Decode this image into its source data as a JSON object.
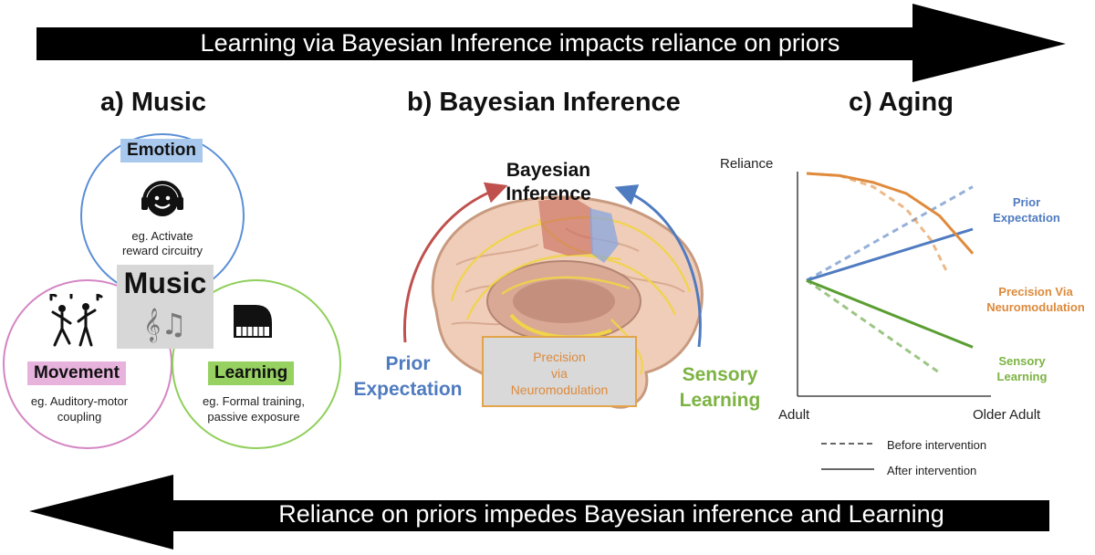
{
  "top_banner": {
    "text": "Learning via Bayesian Inference impacts reliance on priors"
  },
  "bottom_banner": {
    "text": "Reliance on priors impedes Bayesian inference and Learning"
  },
  "panel_a": {
    "title": "a) Music",
    "center_label": "Music",
    "center_icon": "music-notes-icon",
    "notes_glyph": "𝄞♫",
    "emotion": {
      "label": "Emotion",
      "example_line1": "eg. Activate",
      "example_line2": "reward circuitry",
      "icon": "headphones-face-icon",
      "color": "#5b8fd6",
      "tag_bg": "#a9c8ee"
    },
    "movement": {
      "label": "Movement",
      "example_line1": "eg. Auditory-motor",
      "example_line2": "coupling",
      "icon": "dancers-icon",
      "color": "#d486c4",
      "tag_bg": "#e7b3dd"
    },
    "learning": {
      "label": "Learning",
      "example_line1": "eg. Formal training,",
      "example_line2": "passive exposure",
      "icon": "piano-icon",
      "color": "#8fcf5a",
      "tag_bg": "#96d161"
    }
  },
  "panel_b": {
    "title": "b) Bayesian Inference",
    "top_label_line1": "Bayesian",
    "top_label_line2": "Inference",
    "prior_line1": "Prior",
    "prior_line2": "Expectation",
    "sensory_line1": "Sensory",
    "sensory_line2": "Learning",
    "precision_line1": "Precision",
    "precision_line2": "via",
    "precision_line3": "Neuromodulation",
    "brain_icon": "brain-icon",
    "colors": {
      "prior": "#4f7bc0",
      "sensory": "#7cb342",
      "precision": "#dd8a3c",
      "arrow_left": "#c0504d",
      "arrow_right": "#4f7bc0"
    }
  },
  "panel_c": {
    "title": "c) Aging",
    "legend_before": "Before intervention",
    "legend_after": "After intervention"
  },
  "chart_data": {
    "type": "line",
    "title": "",
    "ylabel": "Reliance",
    "x_categories": [
      "Adult",
      "Older Adult"
    ],
    "series": [
      {
        "name": "Prior Expectation",
        "color": "#4f7bc0",
        "before": {
          "x": [
            0,
            1
          ],
          "y": [
            0.52,
            0.94
          ]
        },
        "after": {
          "x": [
            0,
            1
          ],
          "y": [
            0.52,
            0.75
          ]
        }
      },
      {
        "name": "Precision Via Neuromodulation",
        "color": "#e08a3c",
        "before": {
          "x": [
            0,
            0.2,
            0.4,
            0.6,
            0.75,
            0.85
          ],
          "y": [
            1.0,
            0.99,
            0.94,
            0.84,
            0.7,
            0.55
          ]
        },
        "after": {
          "x": [
            0,
            0.2,
            0.4,
            0.6,
            0.8,
            1.0
          ],
          "y": [
            1.0,
            0.99,
            0.96,
            0.91,
            0.81,
            0.64
          ]
        }
      },
      {
        "name": "Sensory Learning",
        "color": "#5a9e32",
        "before": {
          "x": [
            0,
            0.81
          ],
          "y": [
            0.52,
            0.1
          ]
        },
        "after": {
          "x": [
            0,
            1
          ],
          "y": [
            0.52,
            0.22
          ]
        }
      }
    ],
    "series_label_lines": {
      "Prior Expectation": [
        "Prior",
        "Expectation"
      ],
      "Precision Via Neuromodulation": [
        "Precision Via",
        "Neuromodulation"
      ],
      "Sensory Learning": [
        "Sensory",
        "Learning"
      ]
    },
    "series_label_colors": {
      "Prior Expectation": "#4f7bc0",
      "Precision Via Neuromodulation": "#dd8a3c",
      "Sensory Learning": "#7cb342"
    },
    "legend": [
      "Before intervention",
      "After intervention"
    ],
    "legend_placement": "bottom"
  }
}
